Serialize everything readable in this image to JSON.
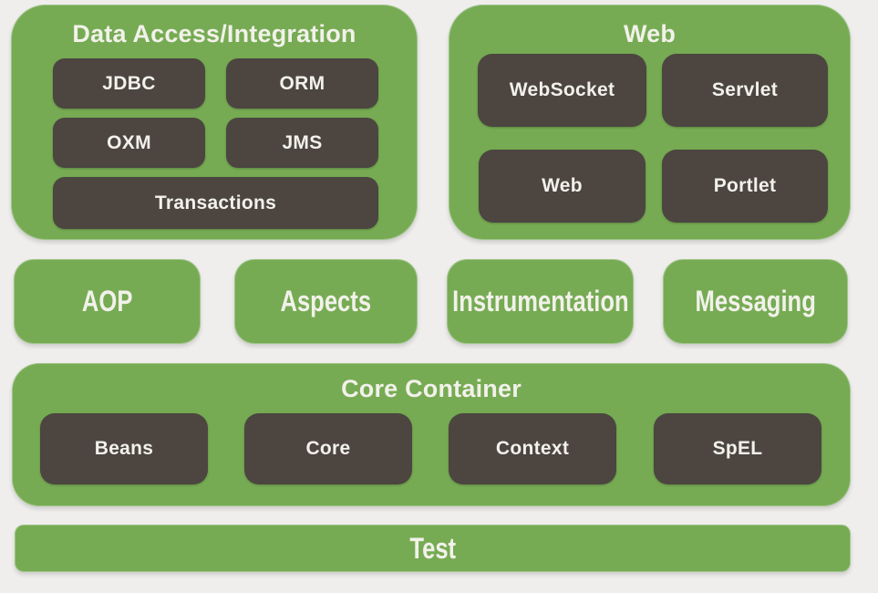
{
  "colors": {
    "background": "#efeeed",
    "panel_green": "#76ab53",
    "module_dark": "#4c4540",
    "text_light": "#f2f1ea"
  },
  "panels": {
    "data_access": {
      "title": "Data Access/Integration",
      "boxes": [
        "JDBC",
        "ORM",
        "OXM",
        "JMS",
        "Transactions"
      ]
    },
    "web": {
      "title": "Web",
      "boxes": [
        "WebSocket",
        "Servlet",
        "Web",
        "Portlet"
      ]
    },
    "middle_row": {
      "boxes": [
        "AOP",
        "Aspects",
        "Instrumentation",
        "Messaging"
      ]
    },
    "core_container": {
      "title": "Core Container",
      "boxes": [
        "Beans",
        "Core",
        "Context",
        "SpEL"
      ]
    },
    "test": {
      "title": "Test"
    }
  }
}
